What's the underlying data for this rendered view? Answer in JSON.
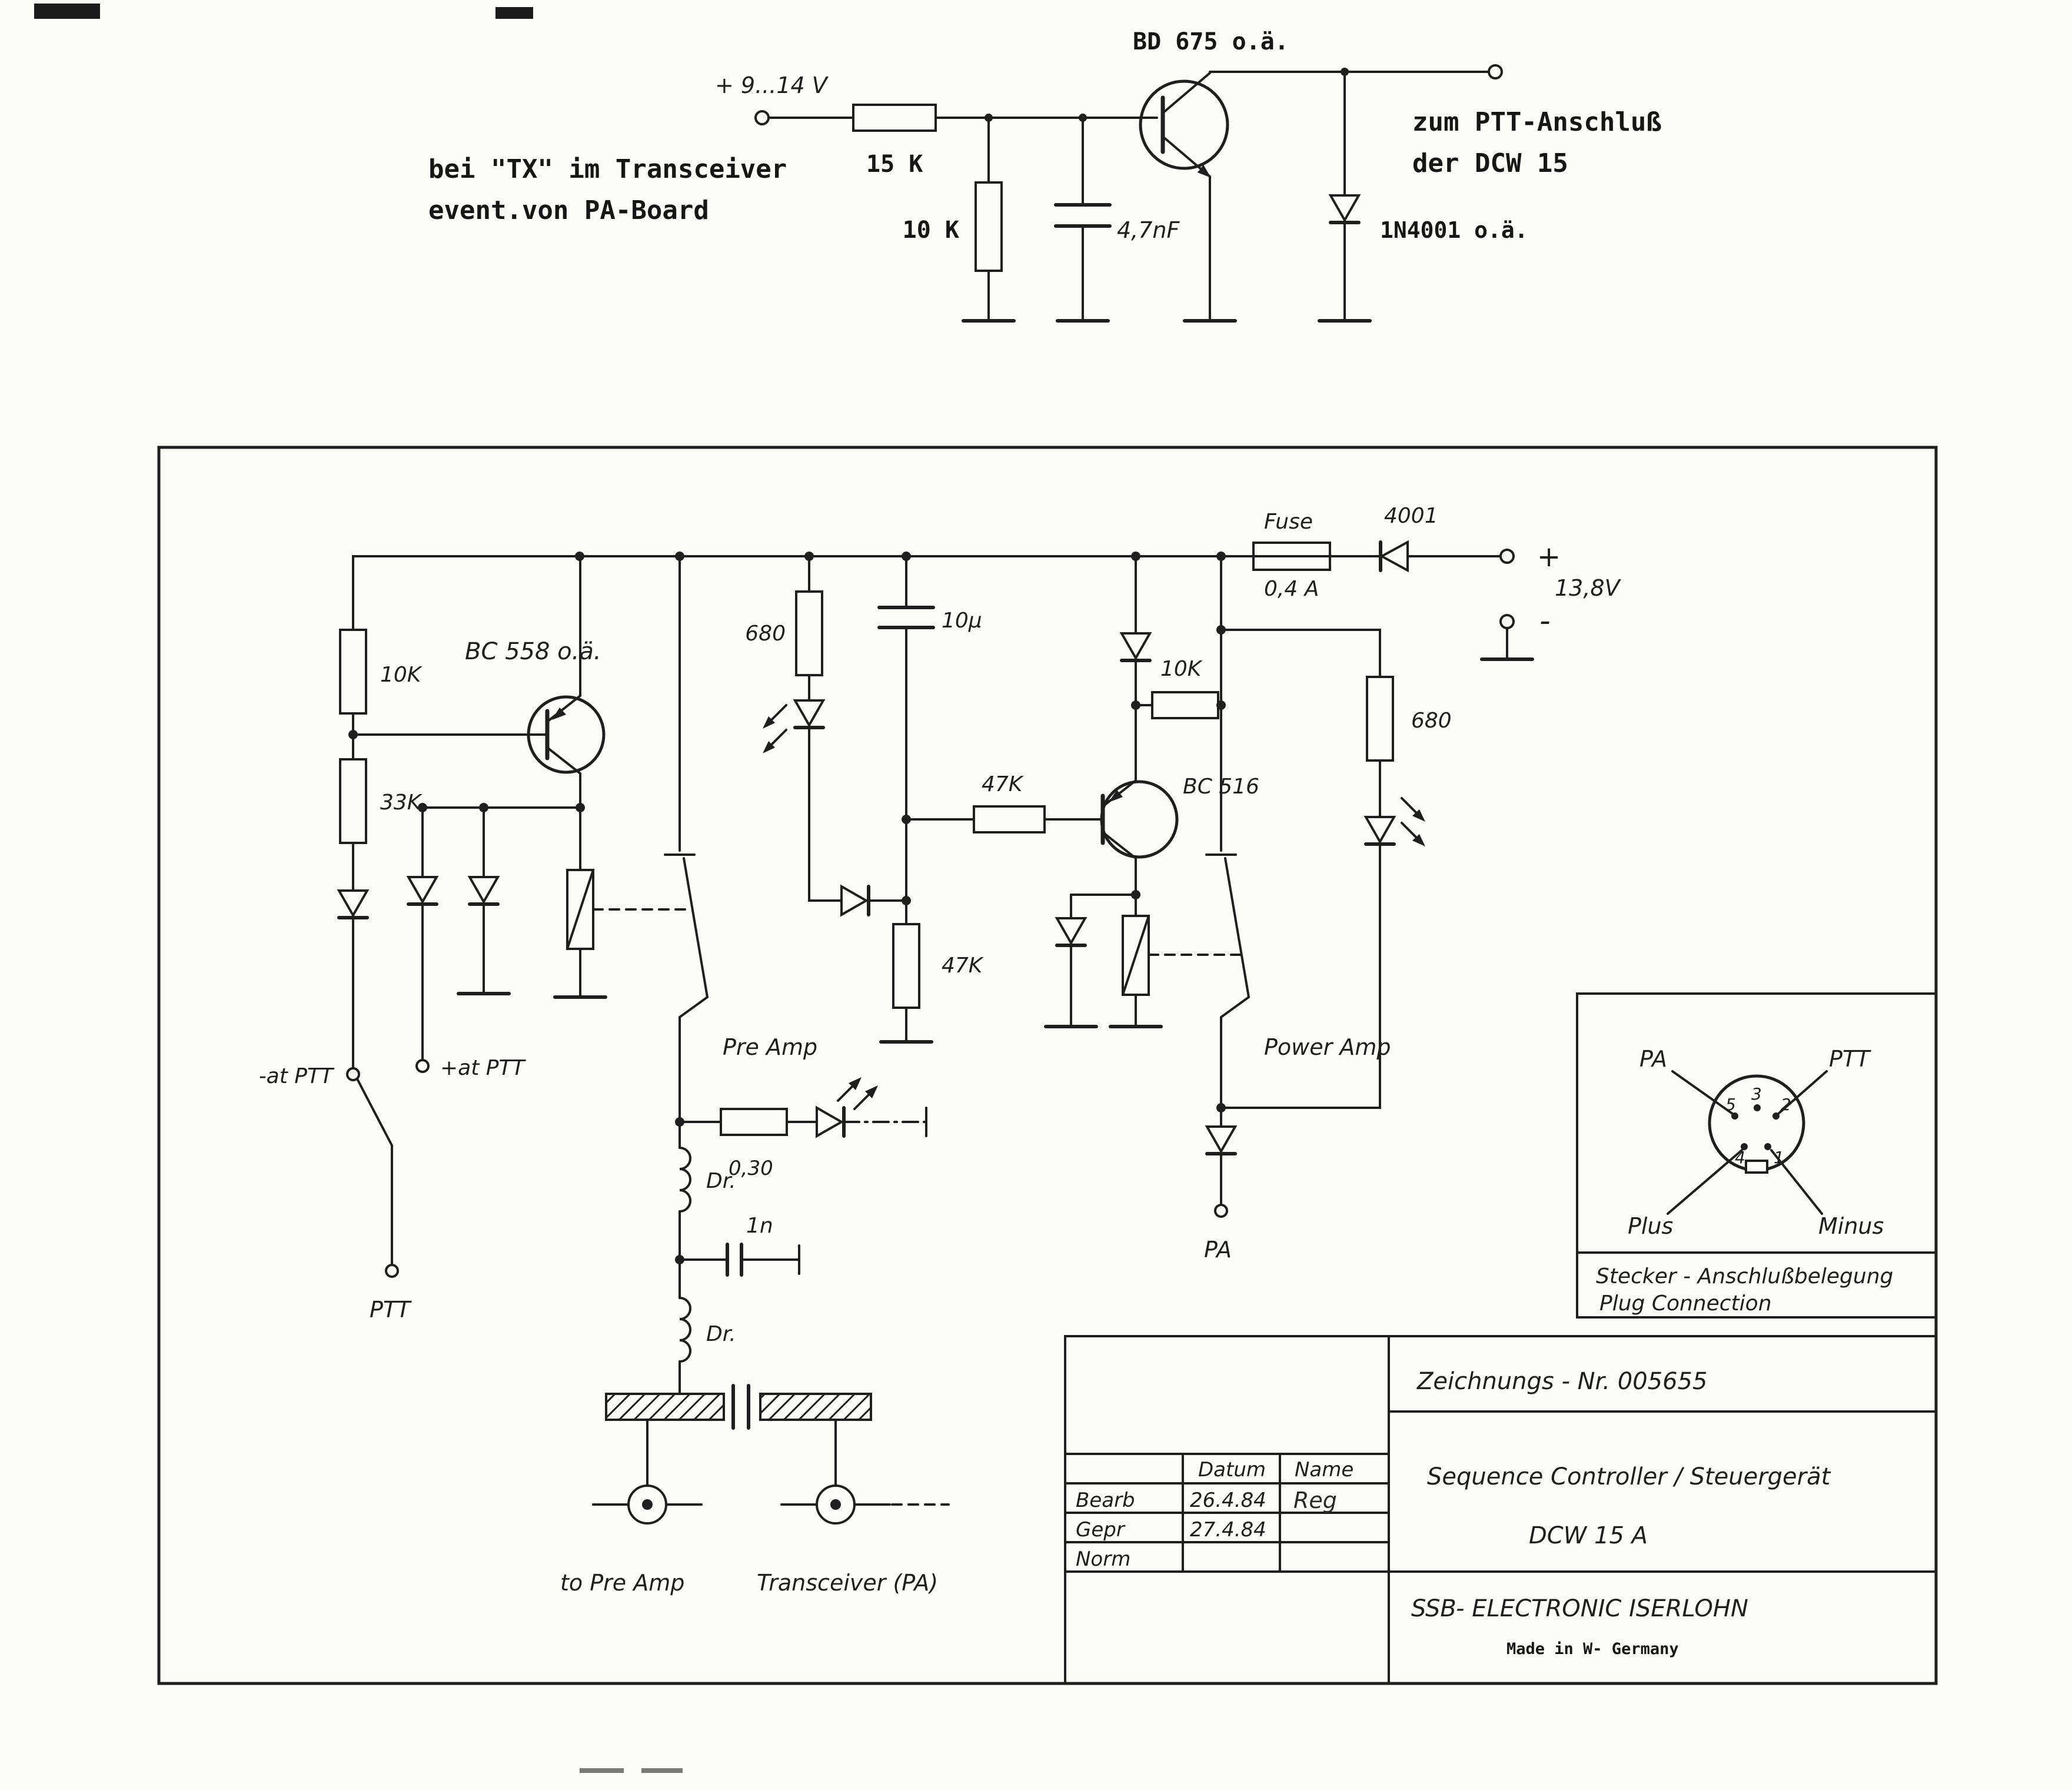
{
  "colors": {
    "ink": "#1f1f1f",
    "paper": "#fbfbf8"
  },
  "top_circuit": {
    "input_label": "+ 9...14 V",
    "note_line1": "bei \"TX\" im Transceiver",
    "note_line2": "event.von PA-Board",
    "r_15k": "15 K",
    "r_10k": "10 K",
    "c_47nf": "4,7nF",
    "q_bd675": "BD 675 o.ä.",
    "d_1n4001": "1N4001 o.ä.",
    "out_line1": "zum PTT-Anschluß",
    "out_line2": "der DCW 15"
  },
  "main": {
    "fuse_label": "Fuse",
    "fuse_value": "0,4 A",
    "d_4001": "4001",
    "plus_sign": "+",
    "supply": "13,8V",
    "minus_sign": "-",
    "r_10k_left": "10K",
    "q_bc558": "BC 558 o.ä.",
    "r_33k": "33K",
    "r_680_mid": "680",
    "c_10u": "10µ",
    "r_47k_h": "47K",
    "r_47k_v": "47K",
    "q_bc516": "BC 516",
    "r_10k_right": "10K",
    "r_680_right": "680",
    "lbl_minus_ptt": "-at PTT",
    "lbl_plus_ptt": "+at PTT",
    "lbl_ptt": "PTT",
    "lbl_pre_amp": "Pre Amp",
    "lbl_power_amp": "Power Amp",
    "lbl_pa": "PA",
    "r_030": "0,30",
    "lbl_dr1": "Dr.",
    "c_1n": "1n",
    "lbl_dr2": "Dr.",
    "lbl_to_pre_amp": "to Pre Amp",
    "lbl_transceiver": "Transceiver (PA)"
  },
  "connector": {
    "lbl_pa": "PA",
    "lbl_ptt": "PTT",
    "lbl_plus": "Plus",
    "lbl_minus": "Minus",
    "pin1": "1",
    "pin2": "2",
    "pin3": "3",
    "pin4": "4",
    "pin5": "5",
    "caption_de": "Stecker - Anschlußbelegung",
    "caption_en": "Plug  Connection"
  },
  "title_block": {
    "drawing_no": "Zeichnungs - Nr.  005655",
    "col_datum": "Datum",
    "col_name": "Name",
    "row_bearb": "Bearb",
    "bearb_date": "26.4.84",
    "bearb_sig": "Reg",
    "row_gepr": "Gepr",
    "gepr_date": "27.4.84",
    "row_norm": "Norm",
    "title_line1": "Sequence Controller / Steuergerät",
    "title_line2": "DCW 15 A",
    "company": "SSB- ELECTRONIC  ISERLOHN",
    "origin": "Made in W- Germany"
  }
}
